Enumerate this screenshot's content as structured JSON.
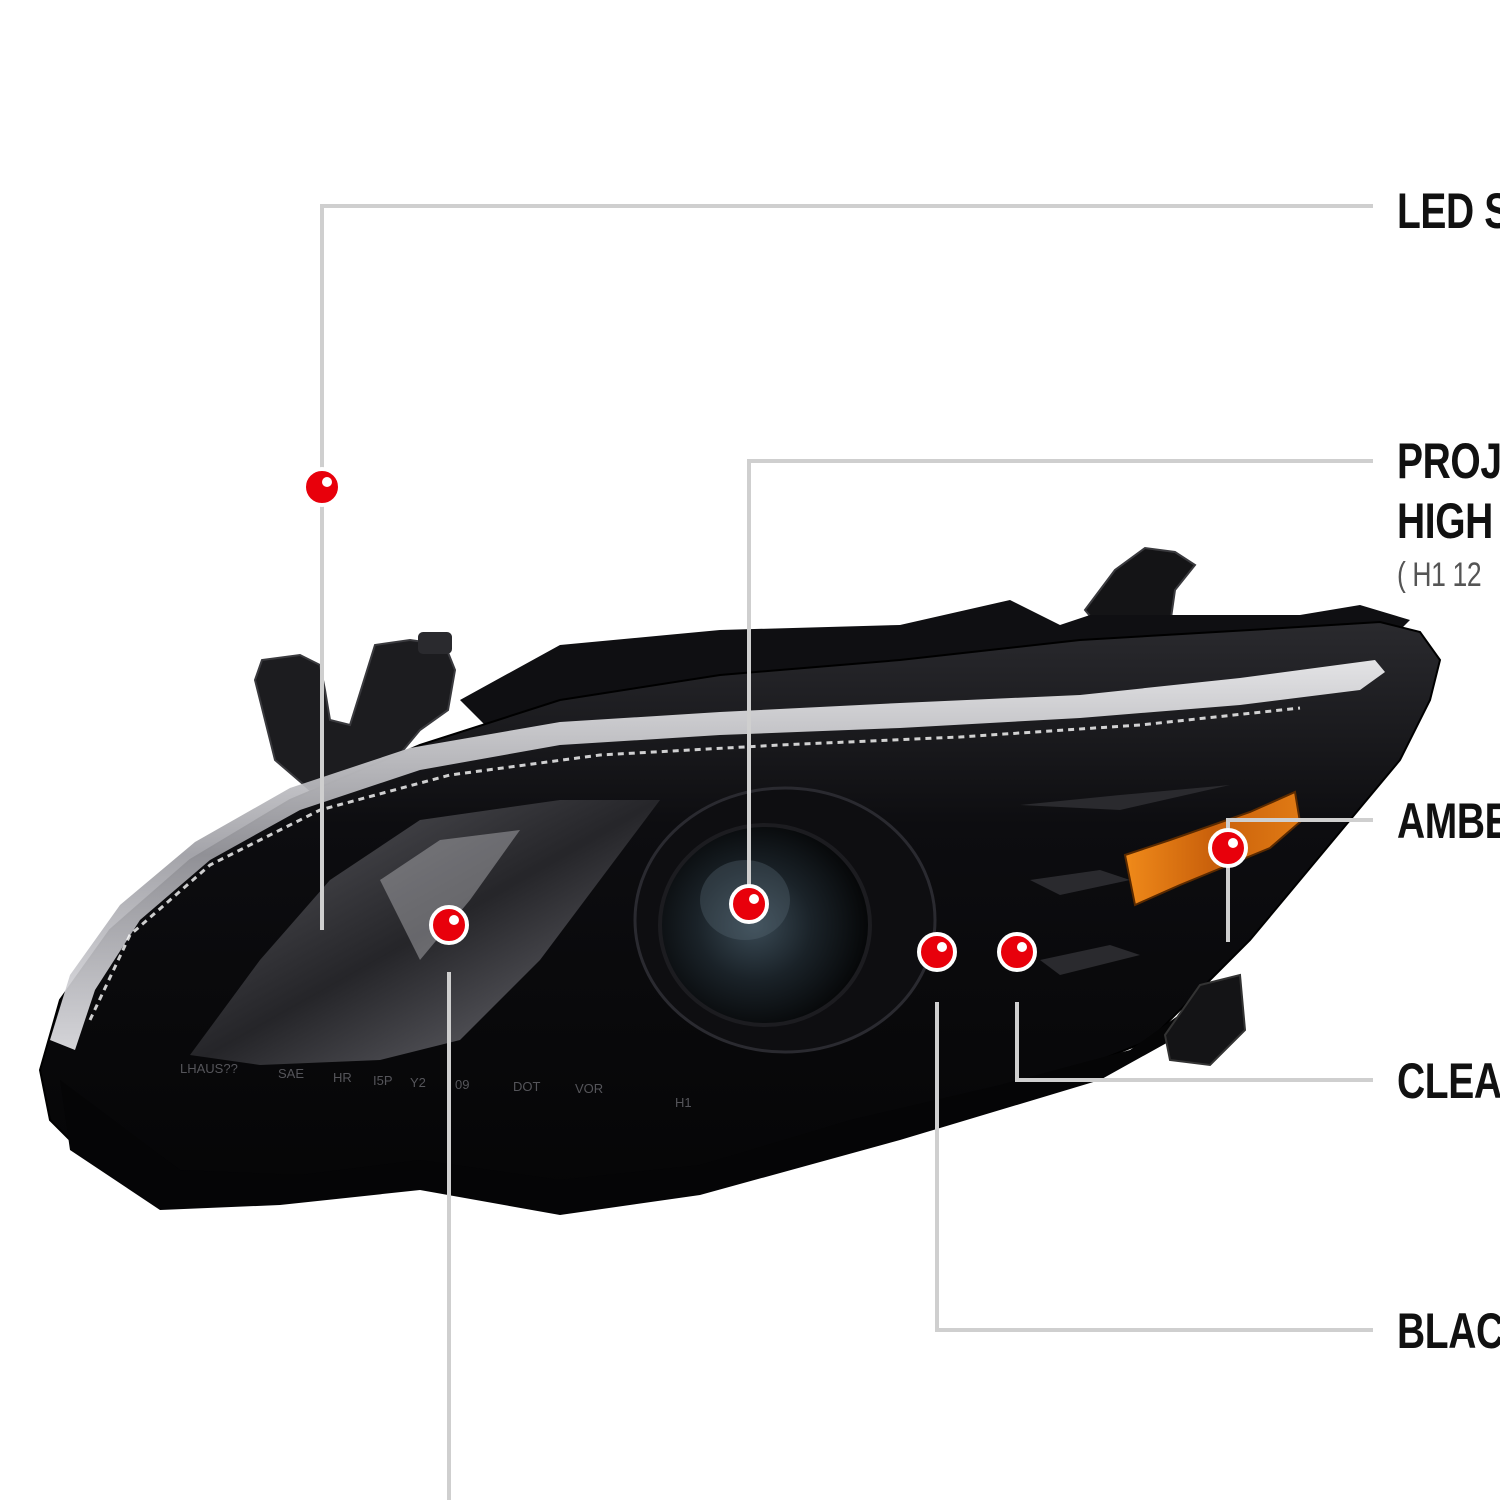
{
  "callouts": {
    "led_strip": "LED S",
    "projector_line1": "PROJ",
    "projector_line2": "HIGH",
    "projector_spec": "( H1  12",
    "amber": "AMBE",
    "clear": "CLEA",
    "black": "BLAC"
  },
  "lens_markings": [
    "LHAUS??",
    "SAE",
    "HR",
    "I5P",
    "Y2",
    "09",
    "DOT",
    "VOR",
    "H1"
  ],
  "colors": {
    "background": "#ffffff",
    "leader_line": "#cfcfcf",
    "marker_red": "#e8000b",
    "housing": "#0b0b0d",
    "amber_reflector": "#d9720f",
    "chrome_strip": "#c9c9cc"
  },
  "icons": {
    "marker": "red-dot-marker-icon"
  }
}
